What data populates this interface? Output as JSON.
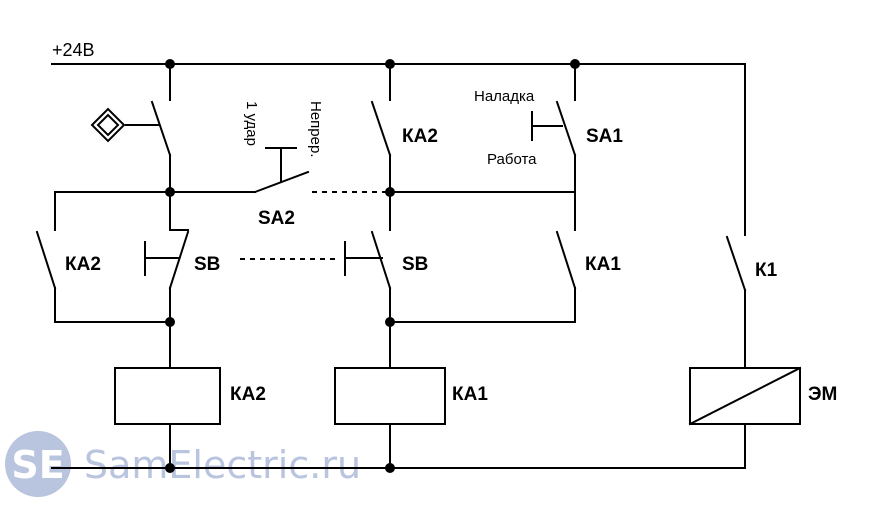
{
  "supply_label": "+24В",
  "labels": {
    "ka2_upper": "КА2",
    "sa1": "SA1",
    "sa1_top": "Наладка",
    "sa1_bottom": "Работа",
    "sa2": "SA2",
    "sa2_left": "1 удар",
    "sa2_right": "Непрер.",
    "ka2_lower": "КА2",
    "sb_left": "SB",
    "sb_right": "SB",
    "ka1_contact": "КА1",
    "k1": "К1",
    "coil_ka2": "КА2",
    "coil_ka1": "КА1",
    "coil_em": "ЭМ"
  },
  "watermark": {
    "logo": "SE",
    "text": "SamElectric.ru"
  }
}
